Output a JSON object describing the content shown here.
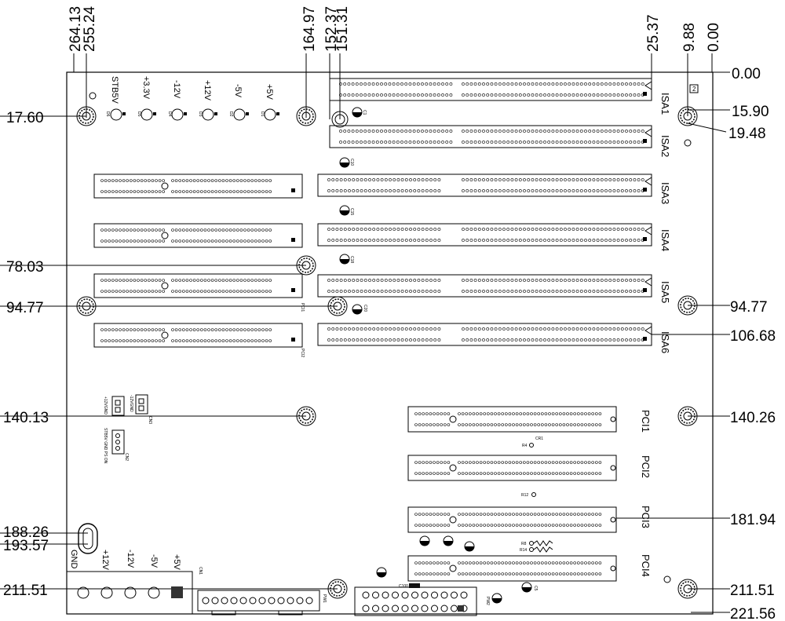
{
  "top_dims": [
    "264.13",
    "255.24",
    "164.97",
    "152.37",
    "151.31",
    "25.37",
    "9.88",
    "0.00"
  ],
  "left_dims": [
    "17.60",
    "78.03",
    "94.77",
    "140.13",
    "188.26",
    "193.57",
    "211.51"
  ],
  "right_dims": [
    "0.00",
    "15.90",
    "19.48",
    "94.77",
    "106.68",
    "140.26",
    "181.94",
    "211.51",
    "221.56"
  ],
  "isa_slots": [
    "ISA1",
    "ISA2",
    "ISA3",
    "ISA4",
    "ISA5",
    "ISA6"
  ],
  "pci_slots": [
    "PCI1",
    "PCI2",
    "PCI3",
    "PCI4"
  ],
  "led_labels": [
    "STB5V",
    "+3.3V",
    "-12V",
    "+12V",
    "-5V",
    "+5V"
  ],
  "led_refs": [
    "D6",
    "D5",
    "D4",
    "D3",
    "D2",
    "D1"
  ],
  "power_labels": [
    "GND",
    "+12V",
    "-12V",
    "-5V",
    "+5V"
  ],
  "small_labels": {
    "pci11": "PCI1",
    "pci12": "PCI2",
    "cn1": "CN1",
    "pw1": "PW1",
    "pw2": "PW2",
    "c100": "C100",
    "r8": "R8",
    "r14": "R14",
    "r4": "R4",
    "r12": "R12",
    "box2": "2",
    "cn3": "CN3",
    "cn2": "CN2",
    "c1": "C1",
    "c10": "C10",
    "c15": "C15",
    "c18": "C18",
    "c20": "C20",
    "c5": "C5",
    "cr1": "CR1"
  },
  "jumper_labels": {
    "jp_a": "+12VGND",
    "jp_b": "-12VGND",
    "jp_c": "STB5V GND PS ON"
  }
}
